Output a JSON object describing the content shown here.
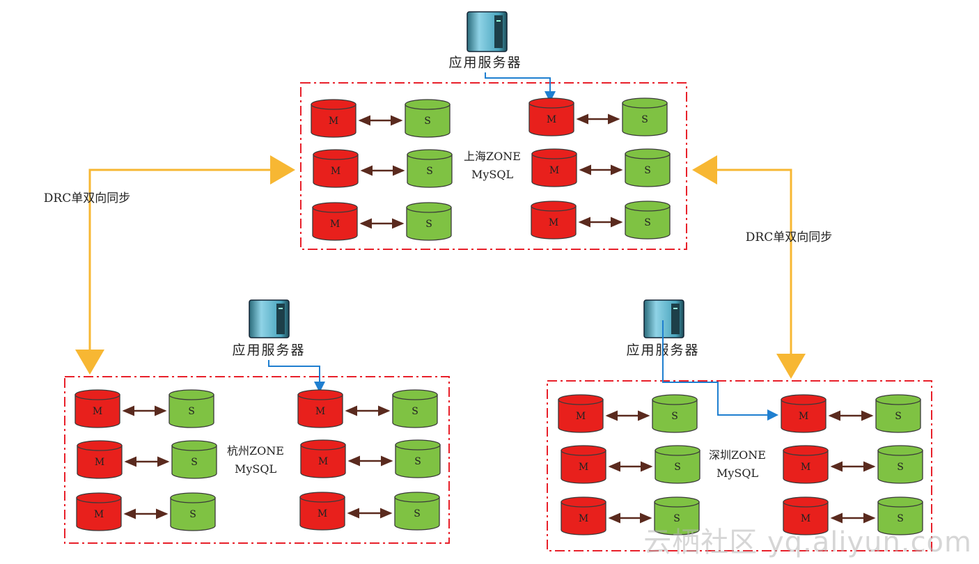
{
  "server_label": "应用服务器",
  "sync_label": "DRC单双向同步",
  "zones": [
    {
      "name": "上海ZONE",
      "db": "MySQL"
    },
    {
      "name": "杭州ZONE",
      "db": "MySQL"
    },
    {
      "name": "深圳ZONE",
      "db": "MySQL"
    }
  ],
  "master_letter": "M",
  "slave_letter": "S",
  "watermark": "云栖社区 yq.aliyun.com",
  "colors": {
    "master": "#e8201c",
    "slave": "#7fc243",
    "zone_border": "#e8202a",
    "sync_arrow": "#f7b733",
    "server_arrow": "#1f7fd0",
    "replication_arrow": "#5a2a1e"
  }
}
